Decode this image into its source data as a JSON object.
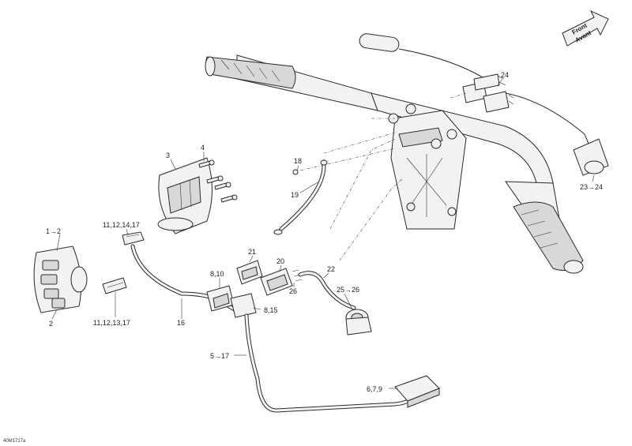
{
  "labels": {
    "l_1to2": "1→2",
    "l_2": "2",
    "l_3": "3",
    "l_4": "4",
    "l_11_12_14_17": "11,12,14,17",
    "l_11_12_13_17": "11,12,13,17",
    "l_16": "16",
    "l_18": "18",
    "l_19": "19",
    "l_21": "21",
    "l_20": "20",
    "l_22": "22",
    "l_26": "26",
    "l_25to26": "25→26",
    "l_8_10": "8,10",
    "l_8_15": "8,15",
    "l_5to17": "5→17",
    "l_6_7_9": "6,7,9",
    "l_24": "24",
    "l_23to24": "23→24"
  },
  "direction_arrow": {
    "line1": "Front",
    "line2": "Avant"
  },
  "reference_code": "40M1717a"
}
